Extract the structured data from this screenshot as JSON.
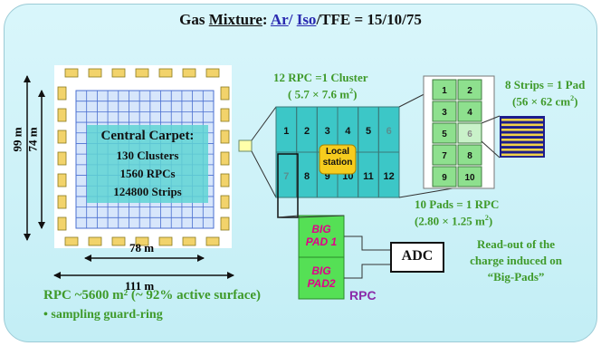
{
  "title": {
    "prefix": "Gas ",
    "mixture_word": "Mixture",
    "colon": ": ",
    "ar": "Ar",
    "sep": "/ ",
    "iso": "Iso",
    "rest": "/TFE = 15/10/75"
  },
  "carpet": {
    "heading": "Central Carpet:",
    "line1": "130 Clusters",
    "line2": "1560 RPCs",
    "line3": "124800 Strips"
  },
  "dimensions": {
    "outer_height": "99 m",
    "inner_height": "74 m",
    "inner_width": "78 m",
    "outer_width": "111 m"
  },
  "cluster": {
    "label_line1": "12 RPC =1 Cluster",
    "label_line2": "( 5.7 × 7.6 m",
    "label_line2_sup": "2",
    "label_line2_end": ")",
    "cells_top": [
      "1",
      "2",
      "3",
      "4",
      "5",
      "6"
    ],
    "cells_bottom": [
      "7",
      "8",
      "9",
      "10",
      "11",
      "12"
    ],
    "station_line1": "Local",
    "station_line2": "station"
  },
  "rpc": {
    "pads": [
      "1",
      "2",
      "3",
      "4",
      "5",
      "6",
      "7",
      "8",
      "9",
      "10"
    ],
    "pads_label_line1": "10 Pads = 1 RPC",
    "pads_label_line2": "(2.80 × 1.25 m",
    "pads_label_line2_sup": "2",
    "pads_label_line2_end": ")"
  },
  "strips": {
    "label_line1": "8 Strips = 1 Pad",
    "label_line2": "(56 × 62 cm",
    "label_line2_sup": "2",
    "label_line2_end": ")"
  },
  "bigpads": {
    "pad1_line1": "BIG",
    "pad1_line2": "PAD 1",
    "pad2_line1": "BIG",
    "pad2_line2": "PAD2",
    "rpc_label": "RPC"
  },
  "adc": "ADC",
  "readout": {
    "line1": "Read-out of the",
    "line2": "charge induced on",
    "line3": "“Big-Pads”"
  },
  "footer": {
    "line1": "RPC ~5600 m² (~ 92% active surface)",
    "line2": "• sampling guard-ring"
  },
  "colors": {
    "green_text": "#3f9a2a",
    "cluster_fill": "#3cc7c7",
    "pad_fill": "#8ee08e",
    "bigpad_fill": "#55e055",
    "yellow_detector": "#f2d36b",
    "grid_blue": "#4a6fd0",
    "strip_navy": "#1c1c8c",
    "strip_yellow": "#f1d24a",
    "rpc_label": "#8a2aa8",
    "pink_text": "#e0008a"
  }
}
